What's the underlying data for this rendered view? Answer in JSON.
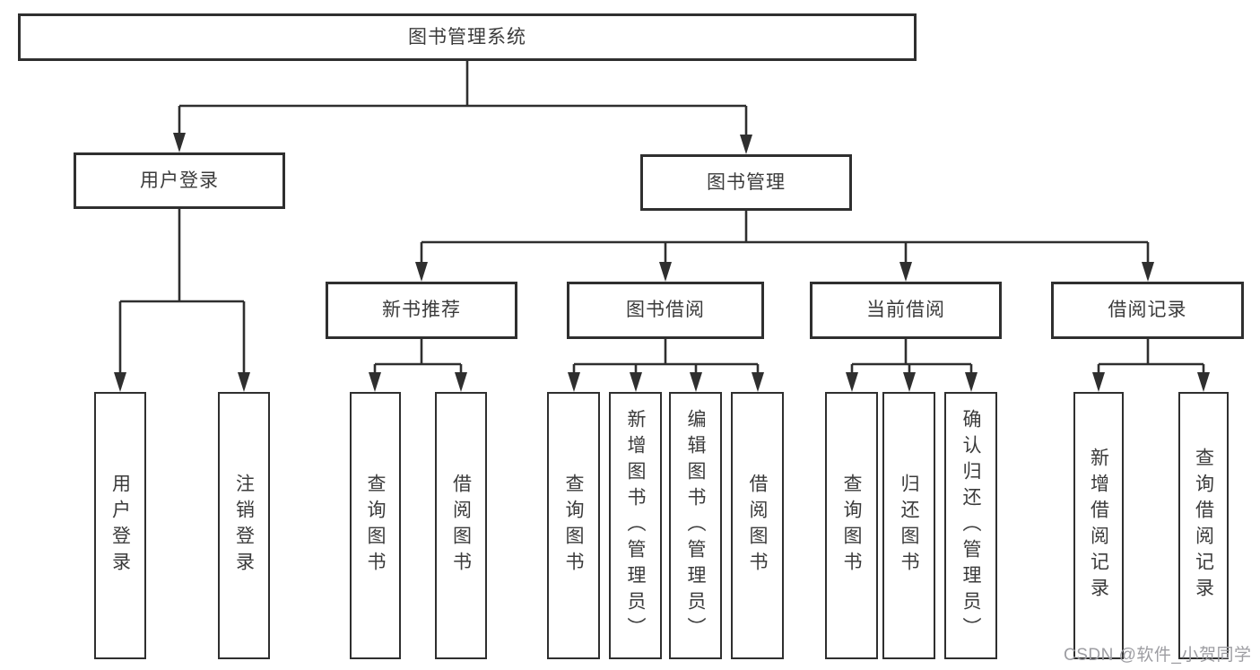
{
  "diagram": {
    "title": "图书管理系统",
    "root": {
      "label": "图书管理系统"
    },
    "branches": [
      {
        "label": "用户登录"
      },
      {
        "label": "图书管理"
      }
    ],
    "modules": [
      {
        "label": "新书推荐"
      },
      {
        "label": "图书借阅"
      },
      {
        "label": "当前借阅"
      },
      {
        "label": "借阅记录"
      }
    ],
    "leaves": [
      {
        "label": "用户登录"
      },
      {
        "label": "注销登录"
      },
      {
        "label": "查询图书"
      },
      {
        "label": "借阅图书"
      },
      {
        "label": "查询图书"
      },
      {
        "label": "新增图书（管理员）"
      },
      {
        "label": "编辑图书（管理员）"
      },
      {
        "label": "借阅图书"
      },
      {
        "label": "查询图书"
      },
      {
        "label": "归还图书"
      },
      {
        "label": "确认归还（管理员）"
      },
      {
        "label": "新增借阅记录"
      },
      {
        "label": "查询借阅记录"
      }
    ]
  },
  "watermark": {
    "text": "CSDN @软件_小贺同学"
  },
  "colors": {
    "line": "#2f2f2f",
    "box_border": "#2f2f2f",
    "box_fill": "#ffffff",
    "text": "#3b3b3b",
    "watermark": "#9d9da2",
    "background": "#ffffff"
  }
}
